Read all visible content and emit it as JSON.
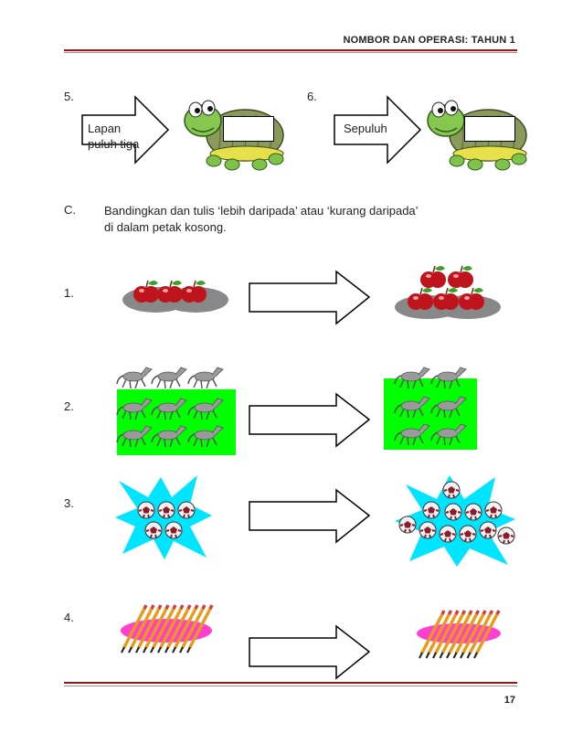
{
  "header": {
    "title": "NOMBOR DAN OPERASI: TAHUN 1"
  },
  "turtle_items": [
    {
      "number": "5.",
      "label_line1": "Lapan",
      "label_line2": "puluh tiga"
    },
    {
      "number": "6.",
      "label_line1": "Sepuluh",
      "label_line2": ""
    }
  ],
  "section_c": {
    "letter": "C.",
    "instruction_line1": "Bandingkan dan tulis ‘lebih daripada’ atau ‘kurang daripada’",
    "instruction_line2": "di dalam petak kosong."
  },
  "questions": [
    {
      "number": "1.",
      "item": "apple",
      "left_count": 3,
      "right_count": 5
    },
    {
      "number": "2.",
      "item": "horse",
      "left_count": 9,
      "right_count": 6
    },
    {
      "number": "3.",
      "item": "ball",
      "left_count": 5,
      "right_count": 11
    },
    {
      "number": "4.",
      "item": "pencil",
      "left_count": 10,
      "right_count": 9
    }
  ],
  "colors": {
    "rule": "#8b1c1c",
    "green_box": "#00ff00",
    "splash": "#00e5ff",
    "pink": "#ff3fd0",
    "apple": "#c0141c"
  },
  "footer": {
    "page_number": "17"
  }
}
